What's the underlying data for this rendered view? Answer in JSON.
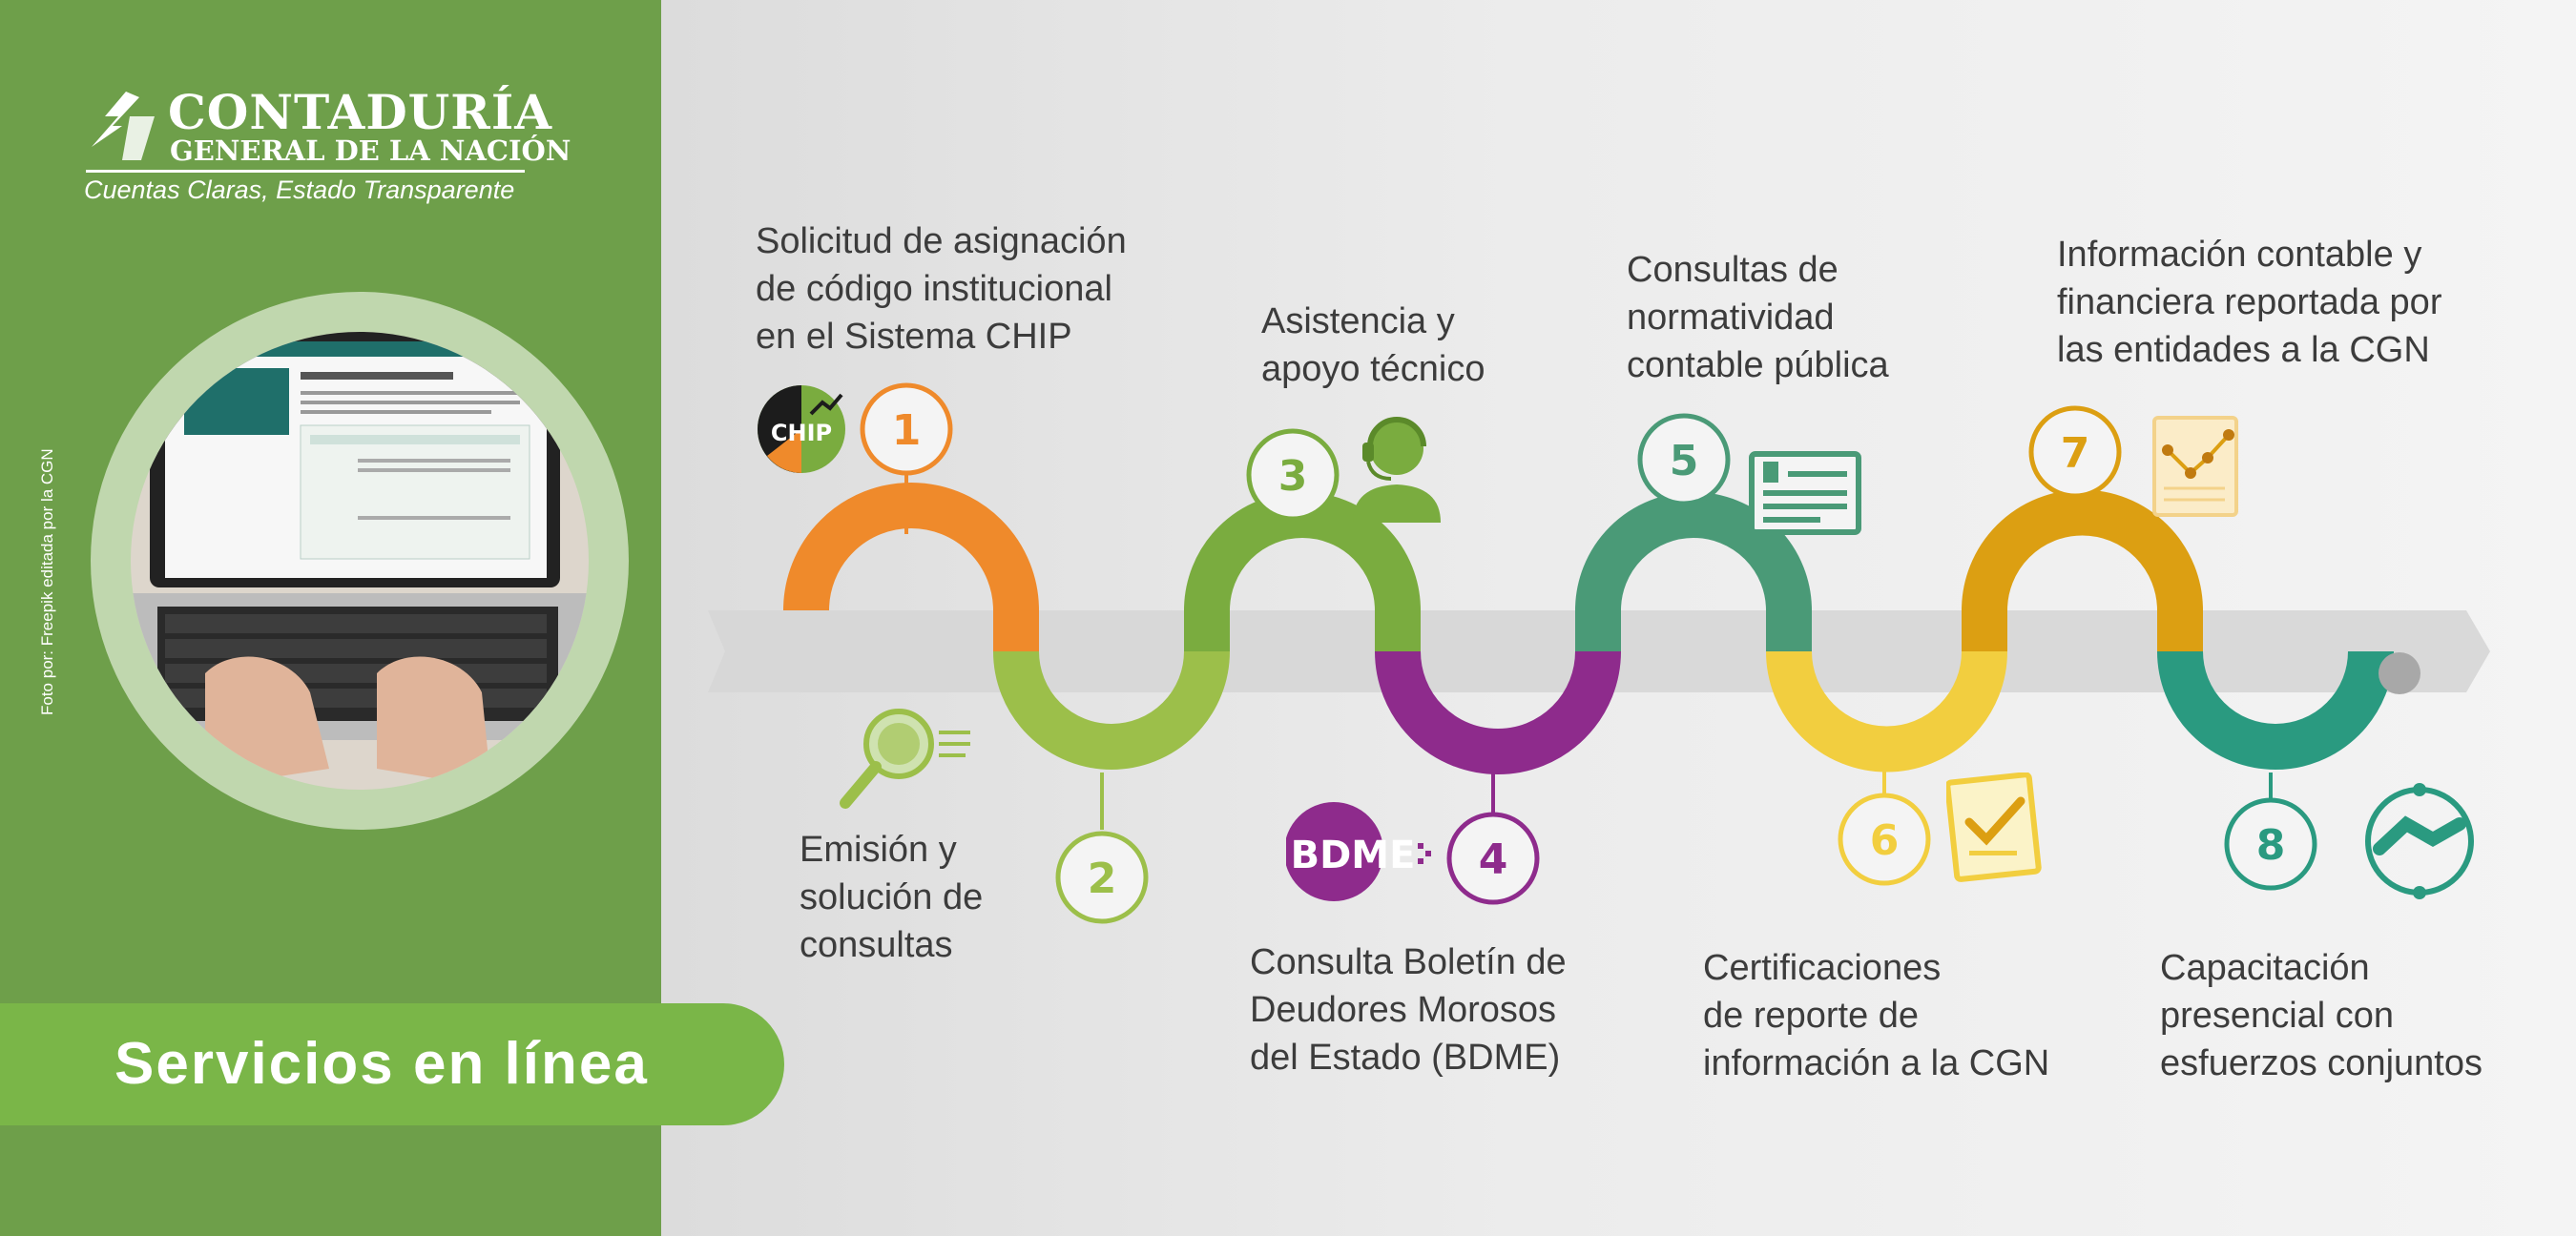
{
  "brand": {
    "name_line1": "CONTADURÍA",
    "name_line2": "GENERAL DE LA NACIÓN",
    "tagline": "Cuentas Claras, Estado Transparente"
  },
  "photo_credit": "Foto por: Freepik editada por la CGN",
  "banner": {
    "title": "Servicios en línea"
  },
  "icons": {
    "chip_logo": "CHIP",
    "bdme_logo": "BDME"
  },
  "colors": {
    "left_panel": "#6e9f4a",
    "banner": "#7ab648",
    "step1": "#ef8a2b",
    "step2": "#9cbf4a",
    "step3": "#7aac3f",
    "step4": "#8e2b8c",
    "step5": "#4a9a77",
    "step6": "#f2ce3f",
    "step7": "#dc9f12",
    "step8": "#2a9a80"
  },
  "steps": [
    {
      "number": "1",
      "lines": [
        "Solicitud de asignación",
        "de código institucional",
        "en el Sistema CHIP"
      ],
      "icon": "chip-logo-icon"
    },
    {
      "number": "2",
      "lines": [
        "Emisión y",
        "solución de",
        "consultas"
      ],
      "icon": "magnifier-icon"
    },
    {
      "number": "3",
      "lines": [
        "Asistencia y",
        "apoyo técnico"
      ],
      "icon": "support-agent-icon"
    },
    {
      "number": "4",
      "lines": [
        "Consulta Boletín de",
        "Deudores Morosos",
        "del Estado (BDME)"
      ],
      "icon": "bdme-logo-icon"
    },
    {
      "number": "5",
      "lines": [
        "Consultas de",
        "normatividad",
        "contable pública"
      ],
      "icon": "document-icon"
    },
    {
      "number": "6",
      "lines": [
        "Certificaciones",
        "de reporte de",
        "información a la CGN"
      ],
      "icon": "certificate-check-icon"
    },
    {
      "number": "7",
      "lines": [
        "Información contable y",
        "financiera reportada por",
        "las entidades a la CGN"
      ],
      "icon": "chart-report-icon"
    },
    {
      "number": "8",
      "lines": [
        "Capacitación",
        "presencial con",
        "esfuerzos conjuntos"
      ],
      "icon": "handshake-icon"
    }
  ]
}
